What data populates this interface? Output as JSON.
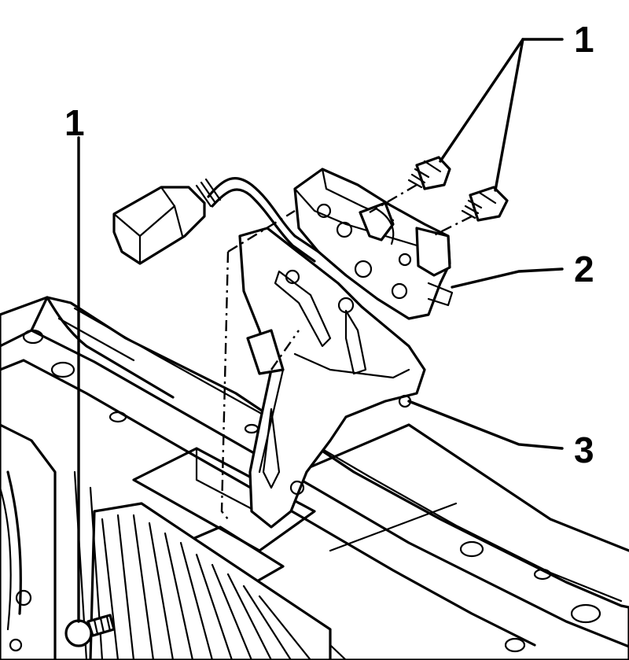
{
  "callouts": {
    "screw_top": "1",
    "screw_left": "1",
    "lock": "2",
    "bracket": "3"
  },
  "colors": {
    "line": "#000000",
    "background": "#ffffff"
  }
}
